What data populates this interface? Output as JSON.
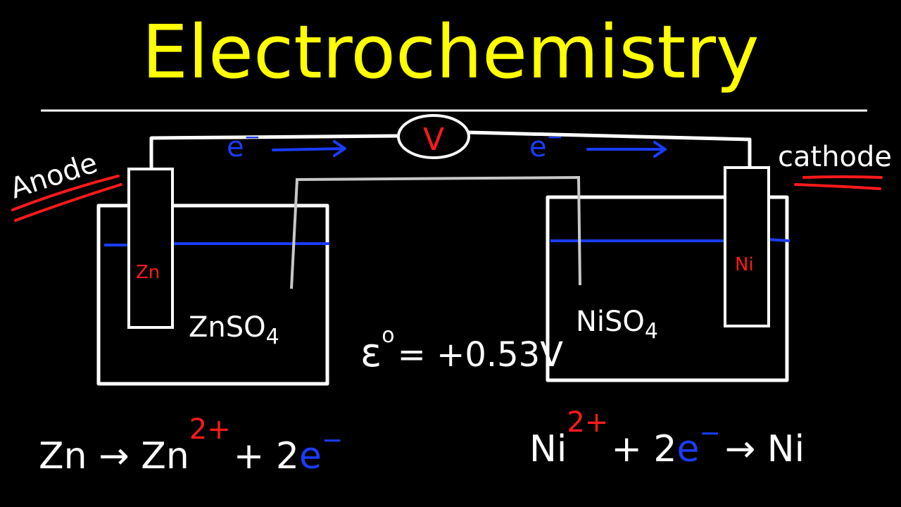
{
  "title": "Electrochemistry",
  "colors": {
    "title": "#ffff00",
    "wire": "#ffffff",
    "electron": "#1a3cff",
    "label_underline": "#ff1a1a",
    "bridge": "#c8c8c8",
    "background": "#000000"
  },
  "anode_label": "Anode",
  "cathode_label": "cathode",
  "voltmeter": "V",
  "electron_left": "e",
  "electron_left_sup": "−",
  "electron_right": "e",
  "electron_right_sup": "−",
  "left_electrode": "Zn",
  "right_electrode": "Ni",
  "left_solution": "ZnSO",
  "left_solution_sub": "4",
  "right_solution": "NiSO",
  "right_solution_sub": "4",
  "cell_potential": {
    "symbol": "ε",
    "sup": "o",
    "value": "= +0.53V"
  },
  "left_half_reaction": {
    "a": "Zn →  Zn",
    "charge": "2+",
    "b": "+ 2",
    "e": "e",
    "esup": "−"
  },
  "right_half_reaction": {
    "a": "Ni",
    "charge": "2+",
    "b": "+ 2",
    "e": "e",
    "esup": "−",
    "c": "→ Ni"
  }
}
